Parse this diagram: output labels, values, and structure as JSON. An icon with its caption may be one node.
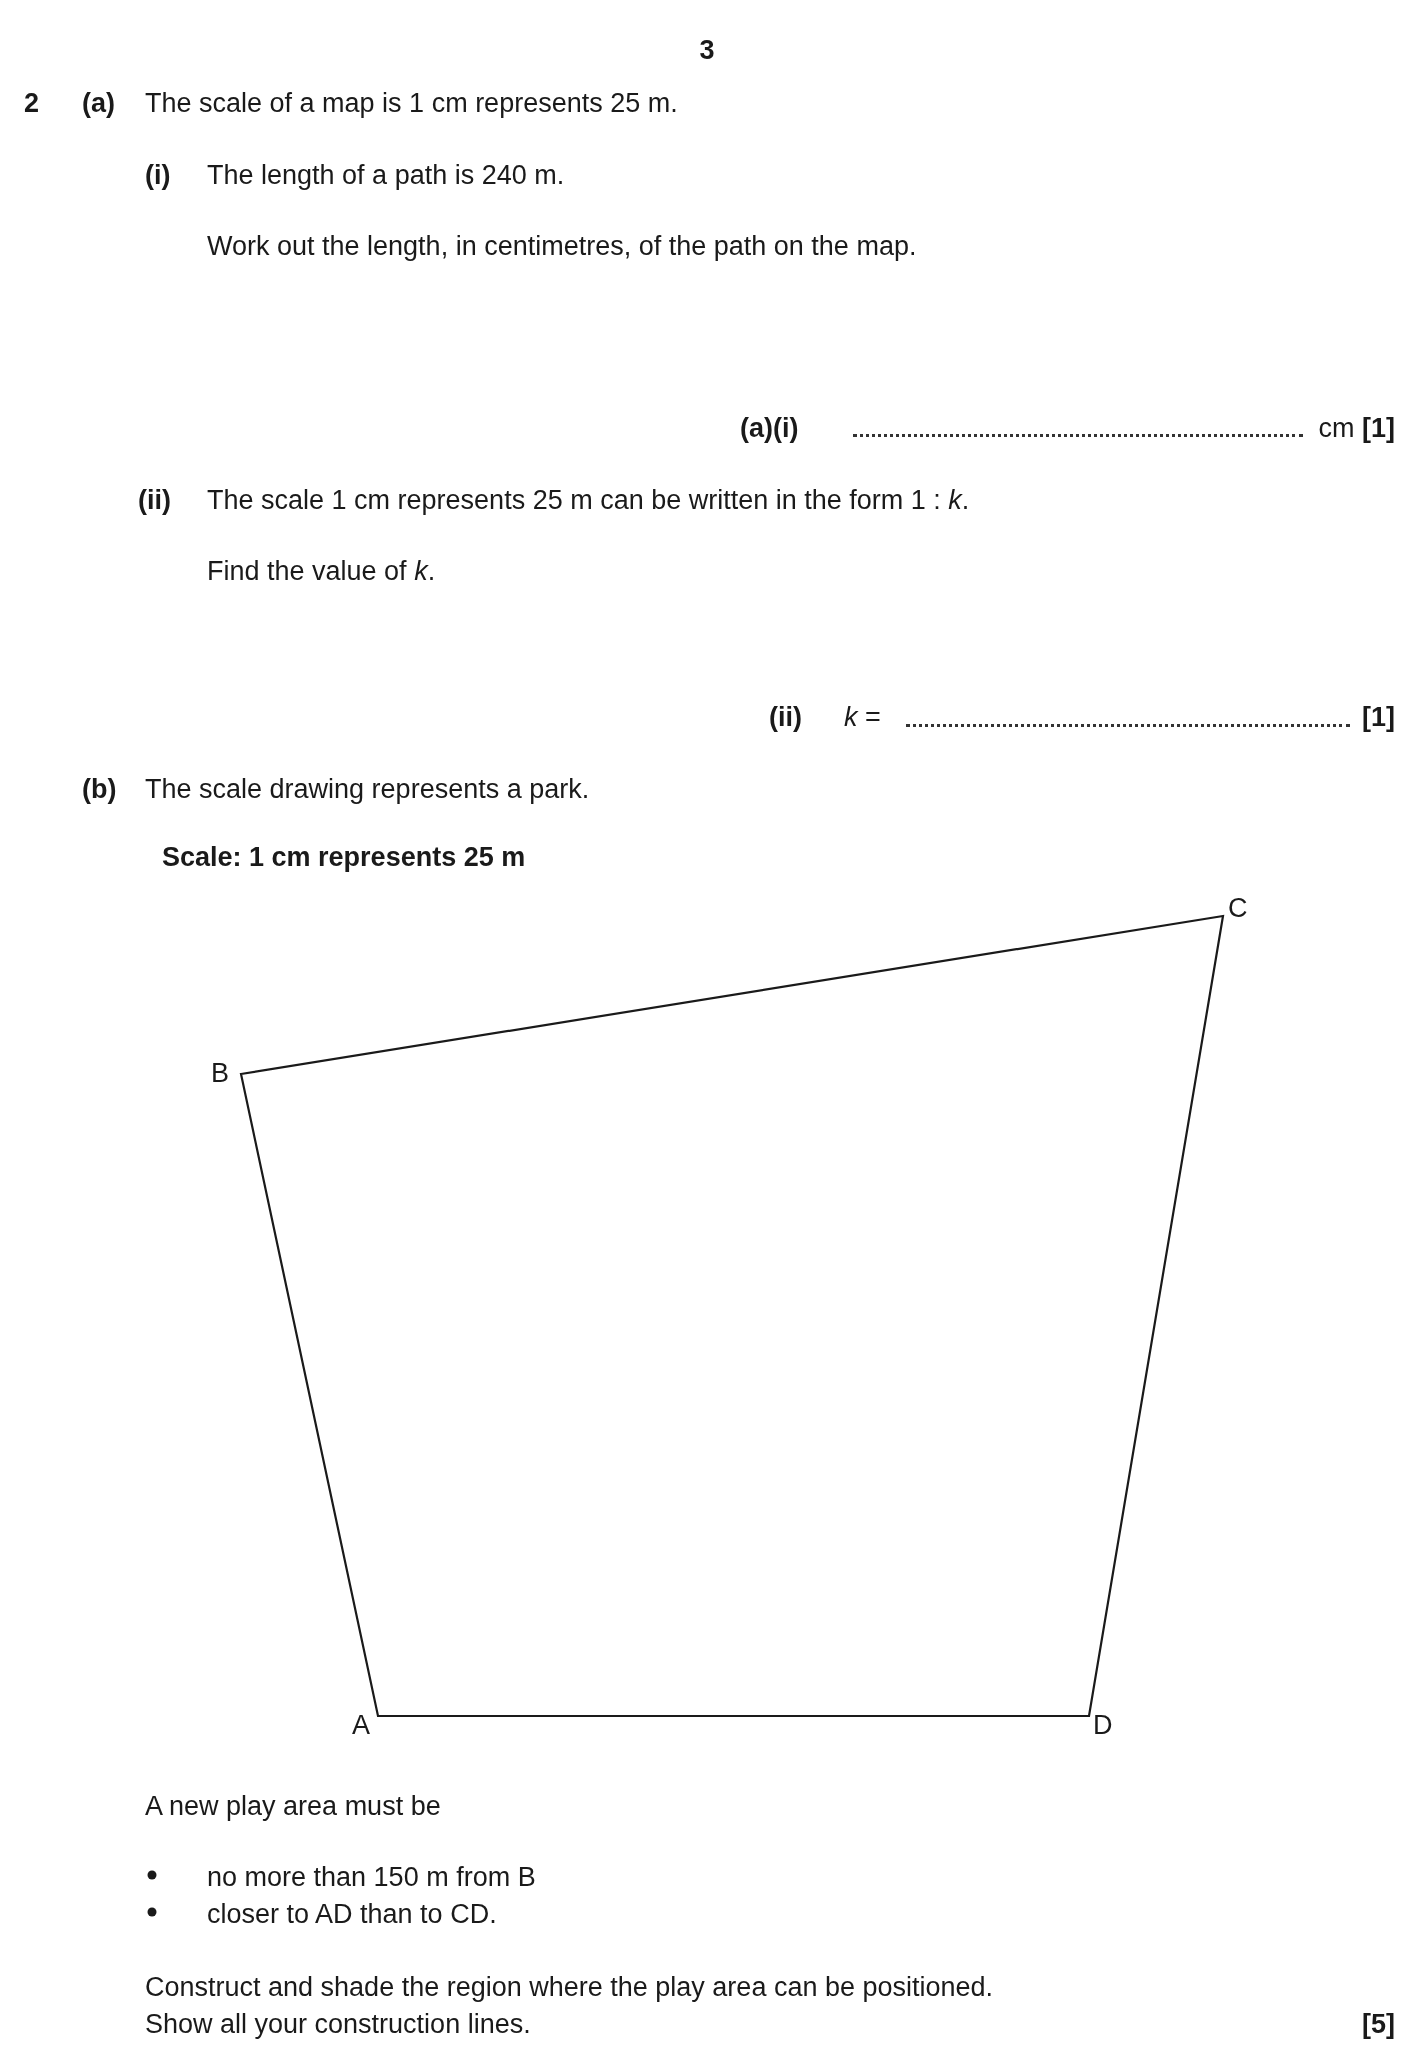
{
  "diagram": {
    "labels": [
      "3",
      "2",
      "(a)",
      "The scale of a map is 1 cm represents 25 m.",
      "(i)",
      "The length of a path is 240 m.",
      "Work out the length, in centimetres, of the path on the map.",
      "(a)(i)",
      "cm **[1]**",
      "(ii)",
      "The scale 1 cm represents 25 m can be written in the form 1 : *k*.",
      "Find the value of *k*.",
      "(ii)",
      "*k* =",
      "[1]",
      "(b)",
      "The scale drawing represents a park.",
      "Scale: 1 cm represents 25 m",
      "C",
      "B",
      "A",
      "D",
      "A new play area must be",
      "no more than 150 m from B",
      "closer to AD than to CD.",
      "Construct and shade the region where the play area can be positioned.",
      "Show all your construction lines.",
      "[5]"
    ]
  }
}
